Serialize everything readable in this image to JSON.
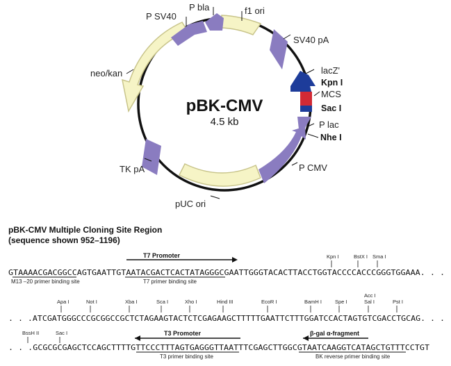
{
  "plasmid": {
    "name": "pBK-CMV",
    "size": "4.5 kb",
    "features": {
      "p_sv40": "P SV40",
      "p_bla": "P bla",
      "f1_ori": "f1 ori",
      "sv40_pa": "SV40 pA",
      "lacz": "lacZ'",
      "kpn": "Kpn I",
      "mcs": "MCS",
      "sac": "Sac I",
      "p_lac": "P lac",
      "nhe": "Nhe I",
      "p_cmv": "P CMV",
      "puc_ori": "pUC ori",
      "tk_pa": "TK pA",
      "neo_kan": "neo/kan"
    }
  },
  "mcs_region": {
    "title_line1": "pBK-CMV Multiple Cloning Site Region",
    "title_line2": "(sequence shown 952–1196)"
  },
  "sequence": {
    "line1": "GTAAAACGACGGCCAGTGAATTGTAATACGACTCACTATAGGGCGAATTGGGTACACTTACCTGGTACCCCACCCGGGTGGAAA. . .",
    "line2": ". . .ATCGATGGGCCCGCGGCCGCTCTAGAAGTACTCTCGAGAAGCTTTTTGAATTCTTTGGATCCACTAGTGTCGACCTGCAG. . .",
    "line3": ". . .GCGCGCGAGCTCCAGCTTTTGTTCCCTTTAGTGAGGGTTAATTTCGAGCTTGGCGTAATCAAGGTCATAGCTGTTTCCTGT"
  },
  "annotations": {
    "m13": "M13 –20 primer binding site",
    "t7_promoter": "T7 Promoter",
    "t7_site": "T7 primer binding site",
    "t3_promoter": "T3 Promoter",
    "t3_site": "T3 primer binding site",
    "bgal": "β-gal α-fragment",
    "bk_rev": "BK reverse primer binding site"
  },
  "sites": {
    "kpn": "Kpn I",
    "bstx": "BstX I",
    "sma": "Sma I",
    "apa": "Apa I",
    "not": "Not I",
    "xba": "Xba I",
    "sca": "Sca I",
    "xho": "Xho I",
    "hind": "Hind III",
    "ecor": "EcoR I",
    "bamh": "BamH I",
    "spe": "Spe I",
    "acc": "Acc I",
    "sal": "Sal I",
    "pst": "Pst I",
    "bssh": "BssH II",
    "sac": "Sac I"
  },
  "colors": {
    "promoter": "#8A7CC0",
    "gene": "#F6F4C6",
    "gene_stroke": "#C8C48A",
    "lacz": "#1D3C9A",
    "mcs": "#D22A35",
    "backbone": "#111111"
  }
}
